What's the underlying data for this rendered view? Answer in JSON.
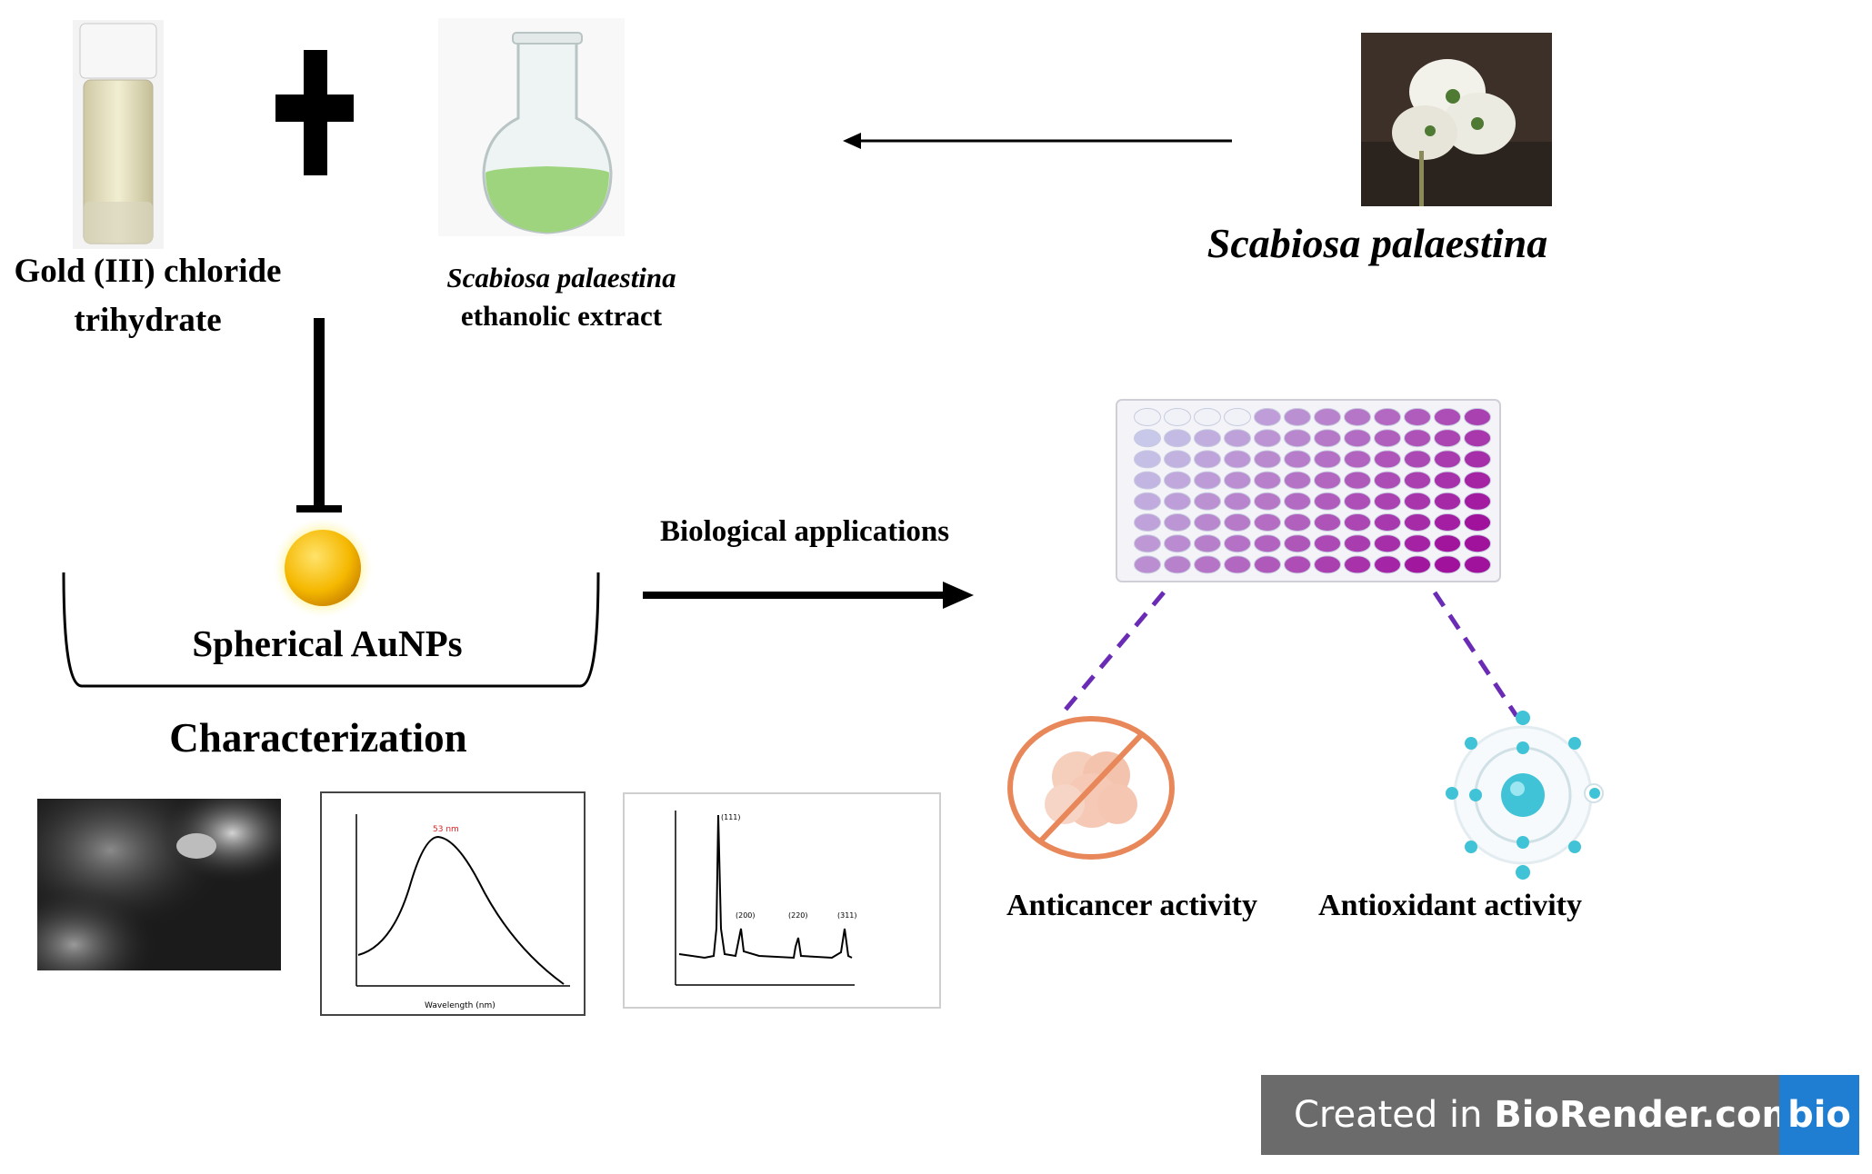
{
  "labels": {
    "gold_line1": "Gold (III) chloride",
    "gold_line2": "trihydrate",
    "extract_line1": "Scabiosa palaestina",
    "extract_line2": "ethanolic extract",
    "plant_name": "Scabiosa palaestina",
    "aunps": "Spherical AuNPs",
    "characterization": "Characterization",
    "bio_apps": "Biological applications",
    "anticancer": "Anticancer activity",
    "antioxidant": "Antioxidant activity"
  },
  "badge": {
    "prefix": "Created in ",
    "brand": "BioRender.com",
    "logo": "bio"
  },
  "colors": {
    "flask_liquid": "#9fd47f",
    "nanoparticle": "#f5b800",
    "plate_light": "#c9d2ee",
    "plate_dark": "#a0119c",
    "dashed_line": "#6a2bb5",
    "no_sign": "#e8885a",
    "atom": "#40c3d6",
    "badge_bg": "#6b6b6b",
    "logo_bg": "#1f7ed1"
  },
  "icons": [
    "vial-icon",
    "plus-icon",
    "flask-icon",
    "flower-photo",
    "nanoparticle-icon",
    "well-plate-icon",
    "no-cancer-icon",
    "atom-icon"
  ],
  "charts": {
    "uv_peak_label": "53 nm",
    "uv_xlabel": "Wavelength (nm)",
    "xrd_peaks": [
      "(111)",
      "(200)",
      "(220)",
      "(311)"
    ]
  }
}
